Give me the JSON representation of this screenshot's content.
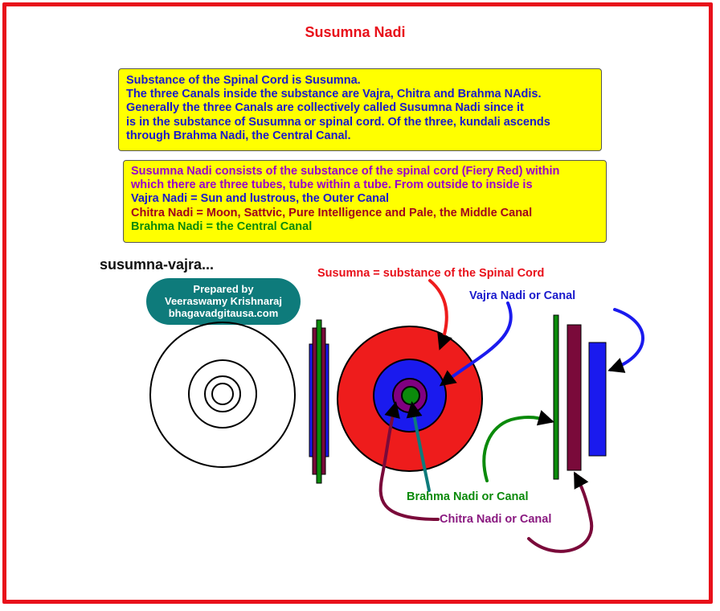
{
  "title": "Susumna Nadi",
  "note1": {
    "lines": [
      "Substance of the Spinal Cord is Susumna.",
      "The three Canals inside the substance are Vajra, Chitra and Brahma NAdis.",
      "Generally the three Canals are collectively called Susumna Nadi since it",
      "is in the substance of Susumna or spinal cord. Of the three, kundali ascends",
      "through Brahma Nadi, the Central Canal."
    ]
  },
  "note2": {
    "lines": [
      "Susumna Nadi consists of the substance of the spinal cord (Fiery Red) within",
      "which there are three tubes, tube within a tube. From outside to inside is",
      "Vajra Nadi = Sun and lustrous, the Outer Canal",
      "Chitra Nadi = Moon, Sattvic, Pure Intelligence and Pale, the Middle Canal",
      "Brahma Nadi = the Central Canal"
    ]
  },
  "heading": "susumna-vajra...",
  "badge": {
    "lines": [
      "Prepared by",
      "Veeraswamy Krishnaraj",
      "bhagavadgitausa.com"
    ]
  },
  "labels": {
    "susumna": "Susumna = substance of the Spinal Cord",
    "vajra": "Vajra Nadi or Canal",
    "brahma": "Brahma Nadi or Canal",
    "chitra": "Chitra Nadi or Canal"
  },
  "colors": {
    "frame": "#e8101a",
    "susumna": "#ee1c1c",
    "vajra": "#1a1aee",
    "chitra": "#800080",
    "brahma": "#0b8a0b",
    "maroon": "#7a0a3a",
    "note_bg": "#ffff00",
    "badge_bg": "#0e7b7b"
  }
}
